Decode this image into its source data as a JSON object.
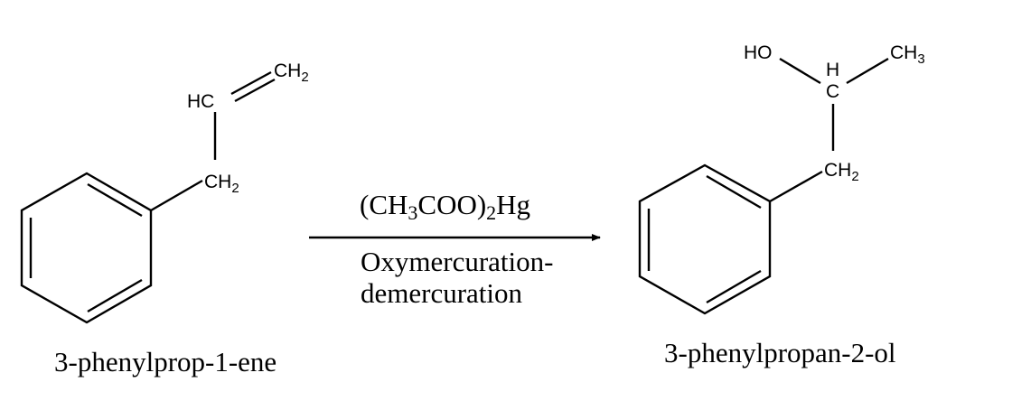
{
  "reactant": {
    "name": "3-phenylprop-1-ene",
    "atoms": {
      "terminal_c": "CH",
      "terminal_sub": "2",
      "vinyl_c": "HC",
      "benzyl_c": "CH",
      "benzyl_sub": "2"
    }
  },
  "reagent": {
    "formula_parts": [
      "(CH",
      "3",
      "COO)",
      "2",
      "Hg"
    ],
    "condition_line1": "Oxymercuration-",
    "condition_line2": "demercuration"
  },
  "product": {
    "name": "3-phenylpropan-2-ol",
    "atoms": {
      "hydroxyl": "HO",
      "methyl_c": "CH",
      "methyl_sub": "3",
      "chiral_h": "H",
      "chiral_c": "C",
      "benzyl_c": "CH",
      "benzyl_sub": "2"
    }
  },
  "colors": {
    "ink": "#000000",
    "background": "#ffffff"
  }
}
